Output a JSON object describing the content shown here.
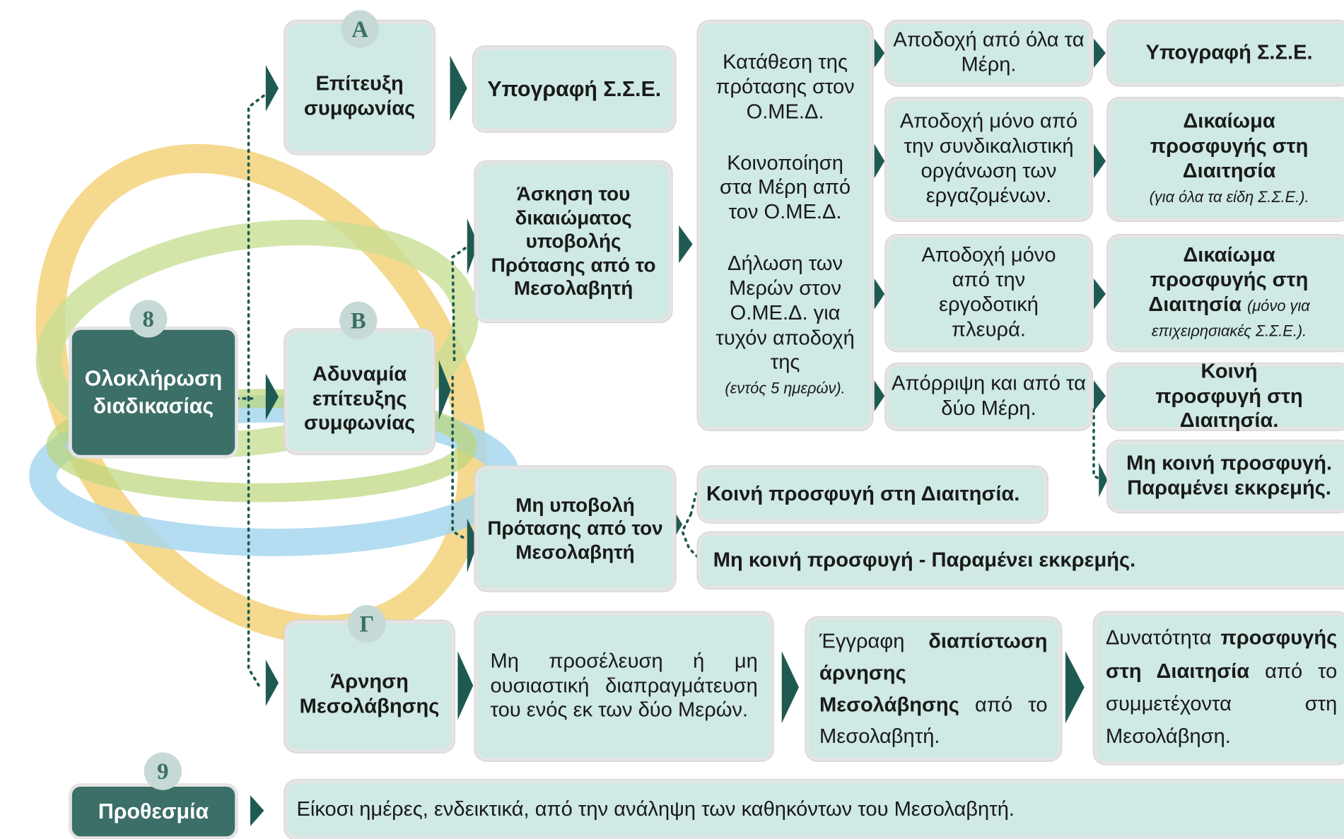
{
  "badges": {
    "a": "Α",
    "b": "Β",
    "g": "Γ",
    "n8": "8",
    "n9": "9"
  },
  "steps": {
    "completion": "Ολοκλήρωση διαδικασίας",
    "deadline": "Προθεσμία",
    "deadline_text": "Είκοσι ημέρες, ενδεικτικά, από την ανάληψη των καθηκόντων του Μεσολαβητή."
  },
  "branch_a": {
    "title": "Επίτευξη συμφωνίας",
    "result": "Υπογραφή Σ.Σ.Ε."
  },
  "branch_b": {
    "title": "Αδυναμία επίτευξης συμφωνίας",
    "exercise_proposal": "Άσκηση του δικαιώματος υποβολής Πρότασης από το Μεσολαβητή",
    "procedure": {
      "submit": "Κατάθεση της πρότασης στον Ο.ΜΕ.Δ.",
      "notify": "Κοινοποίηση στα Μέρη από τον Ο.ΜΕ.Δ.",
      "declare": "Δήλωση των Μερών στον Ο.ΜΕ.Δ. για τυχόν αποδοχή της",
      "declare_note": "(εντός 5 ημερών)."
    },
    "outcomes": [
      {
        "case": "Αποδοχή από όλα τα Μέρη.",
        "result_bold": "Υπογραφή Σ.Σ.Ε.",
        "result_note": ""
      },
      {
        "case": "Αποδοχή μόνο από την συνδικαλιστική οργάνωση των εργαζομένων.",
        "result_bold": "Δικαίωμα προσφυγής στη Διαιτησία",
        "result_note": "(για όλα τα είδη Σ.Σ.Ε.)."
      },
      {
        "case": "Αποδοχή μόνο από την εργοδοτική πλευρά.",
        "result_bold": "Δικαίωμα προσφυγής στη Διαιτησία",
        "result_note": "(μόνο για επιχειρησιακές Σ.Σ.Ε.)."
      },
      {
        "case": "Απόρριψη και από τα δύο Μέρη.",
        "result_bold": "Κοινή προσφυγή στη Διαιτησία.",
        "result_note": ""
      }
    ],
    "extra_outcome": "Μη κοινή προσφυγή. Παραμένει εκκρεμής.",
    "no_proposal": "Μη υποβολή Πρότασης από τον Μεσολαβητή",
    "no_proposal_outcomes": [
      "Κοινή προσφυγή στη Διαιτησία.",
      "Μη κοινή προσφυγή - Παραμένει εκκρεμής."
    ]
  },
  "branch_g": {
    "title": "Άρνηση Μεσολάβησης",
    "condition": "Μη προσέλευση ή μη ουσιαστική διαπραγμάτευση του ενός εκ των δύο Μερών.",
    "record_pre": "Έγγραφη",
    "record_bold": "διαπίστωση άρνησης Μεσολάβησης",
    "record_post": "από το Μεσολαβητή.",
    "possibility_pre": "Δυνατότητα",
    "possibility_bold": "προσφυγής στη Διαιτησία",
    "possibility_post": "από το συμμετέχοντα στη Μεσολάβηση."
  }
}
